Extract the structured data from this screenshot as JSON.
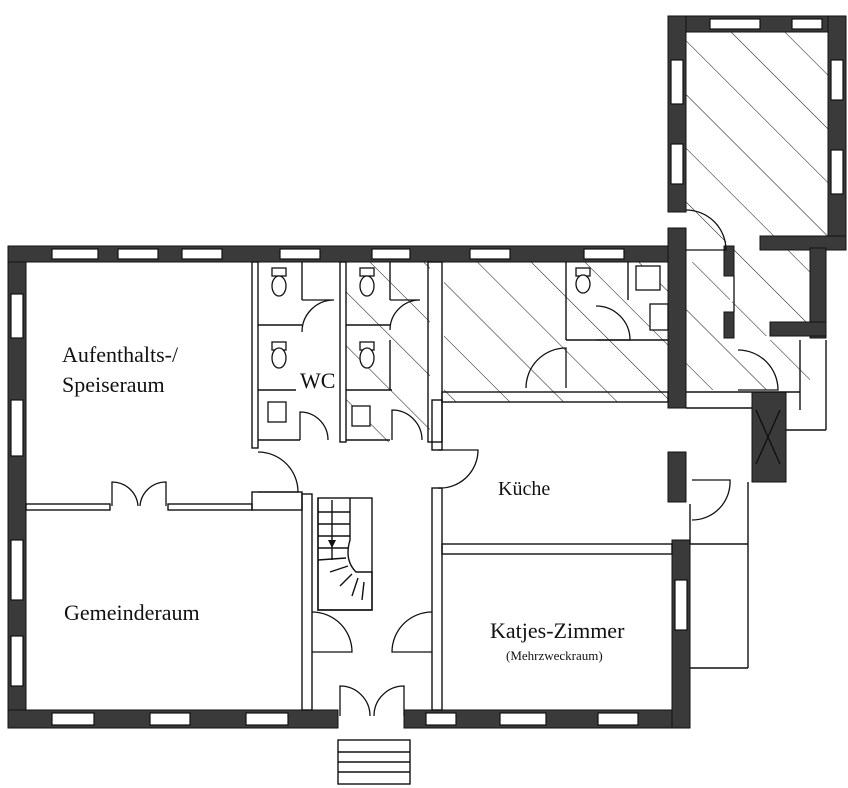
{
  "rooms": {
    "aufenthalt_line1": "Aufenthalts-/",
    "aufenthalt_line2": "Speiseraum",
    "wc": "WC",
    "kueche": "Küche",
    "gemeinderaum": "Gemeinderaum",
    "katjes_zimmer": "Katjes-Zimmer",
    "mehrzweckraum": "(Mehrzweckraum)"
  },
  "colors": {
    "ink": "#111111",
    "wall_fill": "#3a3a3a",
    "paper": "#ffffff"
  }
}
